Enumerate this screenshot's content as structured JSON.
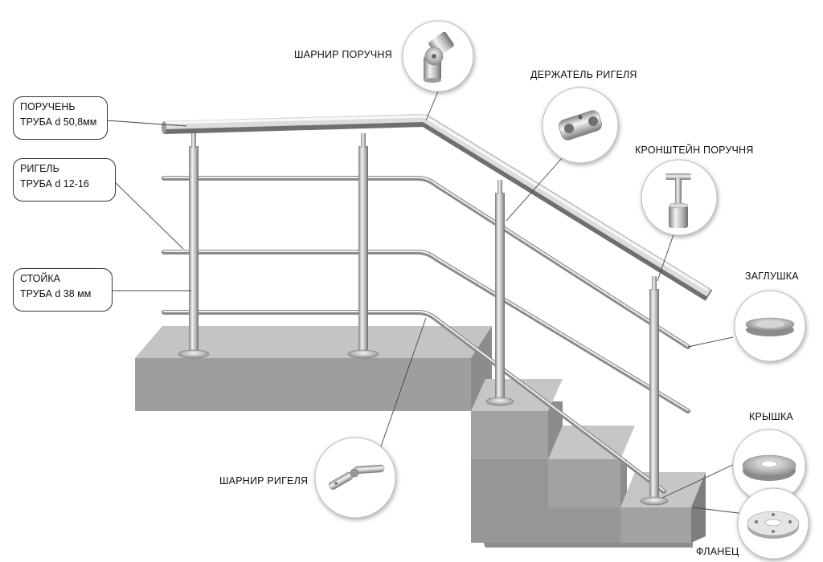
{
  "callout_boxes": {
    "handrail": {
      "line1": "ПОРУЧЕНЬ",
      "line2": "ТРУБА d 50,8мм"
    },
    "crossbar": {
      "line1": "РИГЕЛЬ",
      "line2": "ТРУБА d 12-16"
    },
    "post": {
      "line1": "СТОЙКА",
      "line2": "ТРУБА d 38 мм"
    }
  },
  "component_labels": {
    "handrail_hinge": "ШАРНИР ПОРУЧНЯ",
    "crossbar_holder": "ДЕРЖАТЕЛЬ РИГЕЛЯ",
    "handrail_bracket": "КРОНШТЕЙН ПОРУЧНЯ",
    "end_cap": "ЗАГЛУШКА",
    "cover": "КРЫШКА",
    "crossbar_hinge": "ШАРНИР РИГЕЛЯ",
    "flange": "ФЛАНЕЦ"
  },
  "colors": {
    "concrete_front": "#9a9a9a",
    "concrete_top": "#bdbdbd",
    "steel_light": "#e6e6e6",
    "steel_dark": "#8a8a8a",
    "leader_line": "#444444"
  }
}
